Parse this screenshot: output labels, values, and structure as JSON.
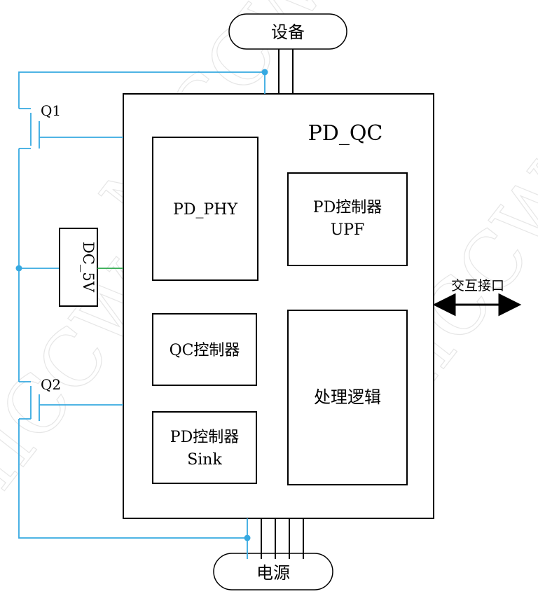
{
  "watermark": {
    "text": "MICCW"
  },
  "colors": {
    "wire": "#36a9e1",
    "green_wire": "#2aa84a",
    "border": "#000000"
  },
  "nodes": {
    "device": "设备",
    "power": "电源",
    "main_block": "PD_QC",
    "pd_phy": "PD_PHY",
    "pd_controller_upf": {
      "line1": "PD控制器",
      "line2": "UPF"
    },
    "qc_controller": "QC控制器",
    "pd_controller_sink": {
      "line1": "PD控制器",
      "line2": "Sink"
    },
    "processing_logic": "处理逻辑",
    "dc_5v": "DC_5V",
    "q1": "Q1",
    "q2": "Q2",
    "interface": "交互接口"
  }
}
